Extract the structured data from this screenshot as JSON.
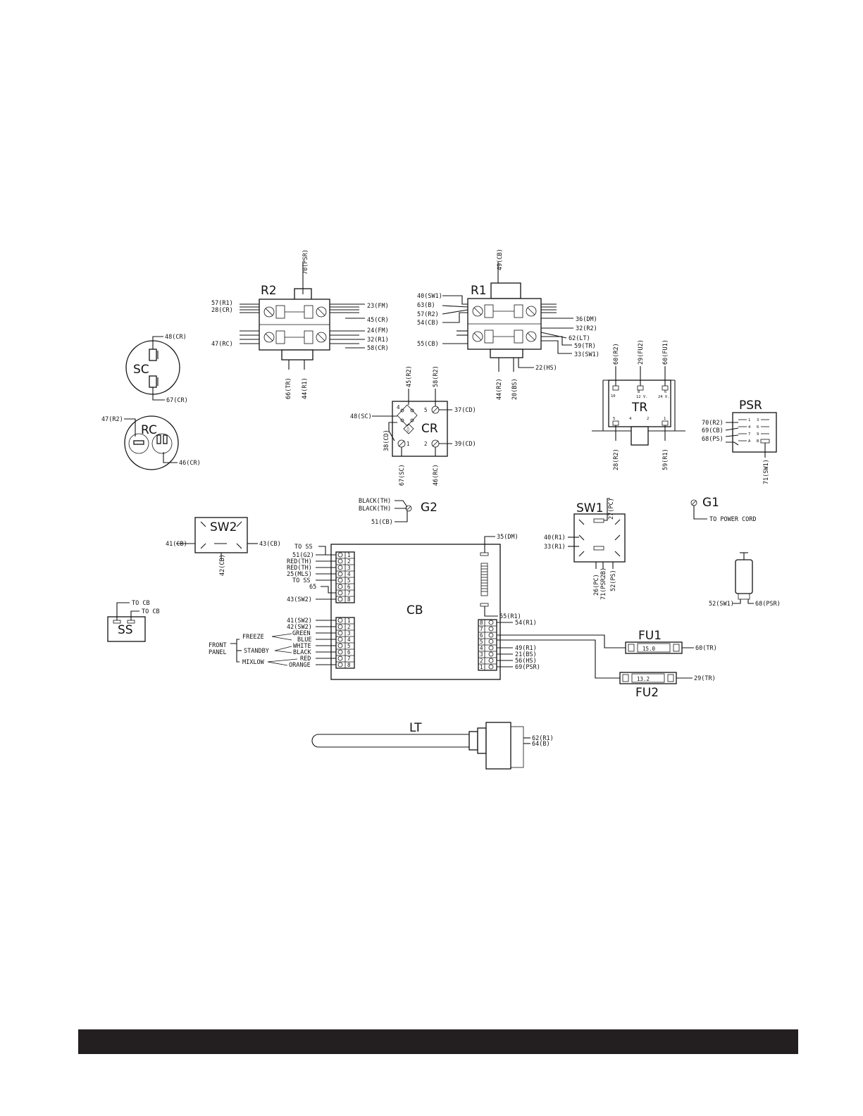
{
  "colors": {
    "ink": "#111111",
    "footer_bar": "#231f20",
    "background": "#ffffff"
  },
  "components": {
    "R2": {
      "name": "R2",
      "top": "70(PSR)",
      "left": [
        "57(R1)",
        "28(CR)",
        "47(RC)"
      ],
      "right": [
        "23(FM)",
        "45(CR)",
        "24(FM)",
        "32(R1)",
        "58(CR)"
      ],
      "bottom": [
        "66(TR)",
        "44(R1)"
      ]
    },
    "R1": {
      "name": "R1",
      "top": "49(CB)",
      "left": [
        "40(SW1)",
        "63(B)",
        "57(R2)",
        "54(CB)",
        "55(CB)"
      ],
      "right": [
        "36(DM)",
        "32(R2)",
        "62(LT)",
        "59(TR)",
        "33(SW1)"
      ],
      "bottom": [
        "44(R2)",
        "20(BS)",
        "22(HS)"
      ]
    },
    "SC": {
      "name": "SC",
      "w1": "48(CR)",
      "w2": "67(CR)"
    },
    "RC": {
      "name": "RC",
      "w1": "47(R2)",
      "w2": "46(CR)"
    },
    "CR": {
      "name": "CR",
      "top": [
        "45(R2)",
        "58(R2)"
      ],
      "left": [
        "48(SC)",
        "38(CD)"
      ],
      "right": [
        "37(CD)",
        "39(CD)"
      ],
      "bottom": [
        "67(SC)",
        "46(RC)"
      ],
      "terms": [
        "4",
        "5",
        "1",
        "2"
      ]
    },
    "TR": {
      "name": "TR",
      "top": [
        "60(R2)",
        "29(FU2)",
        "60(FU1)"
      ],
      "bottom": [
        "28(R2)",
        "59(R1)"
      ],
      "top_terms": [
        "10",
        "8",
        "6"
      ],
      "top_volts": [
        "",
        "12 V.",
        "24 V."
      ],
      "bot_terms": [
        "5",
        "4",
        "2",
        "1"
      ]
    },
    "PSR": {
      "name": "PSR",
      "left": [
        "70(R2)",
        "69(CB)",
        "68(PS)"
      ],
      "bottom": "71(SW1)",
      "pins": [
        "1",
        "4",
        "7",
        "A",
        "3",
        "6",
        "9",
        "B"
      ]
    },
    "G2": {
      "name": "G2",
      "wires": [
        "BLACK(TH)",
        "BLACK(TH)",
        "51(CB)"
      ]
    },
    "G1": {
      "name": "G1",
      "wire": "TO POWER CORD"
    },
    "SW2": {
      "name": "SW2",
      "left": "41(CB)",
      "right": "43(CB)",
      "bottom": "42(CB)"
    },
    "SW1": {
      "name": "SW1",
      "top": "27(PC)",
      "left": [
        "40(R1)",
        "33(R1)"
      ],
      "bottom": [
        "26(PC)",
        "71(PSR2B)",
        "52(PS)"
      ]
    },
    "SS": {
      "name": "SS",
      "wires": [
        "TO CB",
        "TO CB"
      ]
    },
    "CB": {
      "name": "CB",
      "top_right": "35(DM)",
      "right_mid": "55(R1)",
      "block1": {
        "labels": [
          "TO SS",
          "51(G2)",
          "RED(TH)",
          "RED(TH)",
          "25(MLS)",
          "TO SS",
          "65",
          "43(SW2)"
        ],
        "nums": [
          "1",
          "2",
          "3",
          "4",
          "5",
          "6",
          "7",
          "8"
        ]
      },
      "block2": {
        "labels": [
          "41(SW2)",
          "42(SW2)",
          "GREEN",
          "BLUE",
          "WHITE",
          "BLACK",
          "RED",
          "ORANGE"
        ],
        "nums": [
          "1",
          "2",
          "3",
          "4",
          "5",
          "6",
          "7",
          "8"
        ]
      },
      "front_panel": {
        "title": [
          "FRONT",
          "PANEL"
        ],
        "groups": [
          "FREEZE",
          "STANDBY",
          "MIXLOW"
        ]
      },
      "block3": {
        "labels": [
          "54(R1)",
          "",
          "",
          "",
          "49(R1)",
          "21(BS)",
          "56(HS)",
          "69(PSR)"
        ],
        "nums": [
          "8",
          "7",
          "6",
          "5",
          "4",
          "3",
          "2",
          "1"
        ]
      }
    },
    "FU1": {
      "name": "FU1",
      "rating": "15.0 ",
      "wire": "60(TR)"
    },
    "FU2": {
      "name": "FU2",
      "rating": "13.2 ",
      "wire": "29(TR)"
    },
    "PS": {
      "left": "52(SW1)",
      "right": "68(PSR)"
    },
    "LT": {
      "name": "LT",
      "wires": [
        "62(R1)",
        "64(B)"
      ]
    }
  }
}
